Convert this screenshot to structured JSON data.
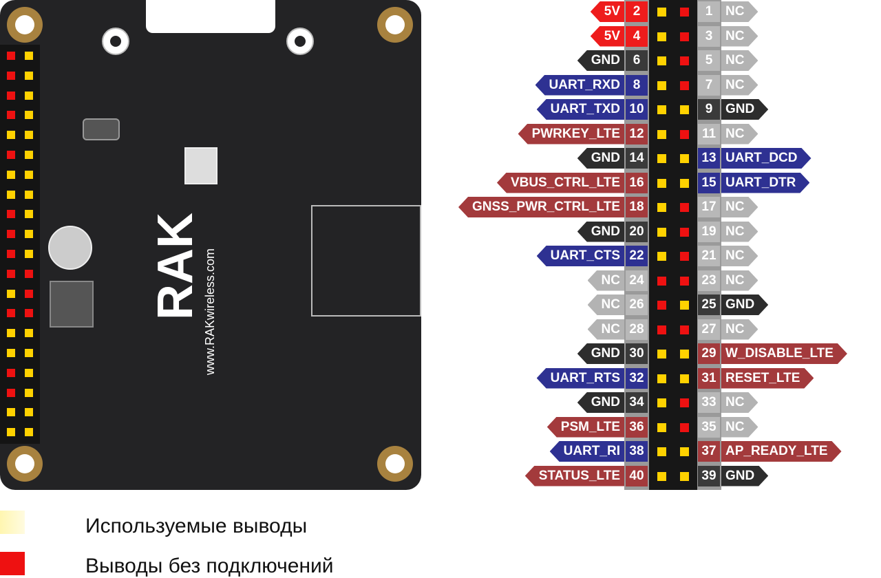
{
  "board": {
    "logo_text": "RAK",
    "url_text": "www.RAKwireless.com"
  },
  "colors": {
    "power": "#ee1c1c",
    "gnd": "#2d2d2d",
    "uart": "#2e3192",
    "lte": "#a33a3c",
    "nc": "#b3b3b3",
    "used": "#ffd200",
    "unused": "#ee1111"
  },
  "pins": [
    {
      "even": {
        "num": "2",
        "label": "5V",
        "type": "power",
        "used": true
      },
      "odd": {
        "num": "1",
        "label": "NC",
        "type": "nc",
        "used": false
      }
    },
    {
      "even": {
        "num": "4",
        "label": "5V",
        "type": "power",
        "used": true
      },
      "odd": {
        "num": "3",
        "label": "NC",
        "type": "nc",
        "used": false
      }
    },
    {
      "even": {
        "num": "6",
        "label": "GND",
        "type": "gnd",
        "used": true
      },
      "odd": {
        "num": "5",
        "label": "NC",
        "type": "nc",
        "used": false
      }
    },
    {
      "even": {
        "num": "8",
        "label": "UART_RXD",
        "type": "uart",
        "used": true
      },
      "odd": {
        "num": "7",
        "label": "NC",
        "type": "nc",
        "used": false
      }
    },
    {
      "even": {
        "num": "10",
        "label": "UART_TXD",
        "type": "uart",
        "used": true
      },
      "odd": {
        "num": "9",
        "label": "GND",
        "type": "gnd",
        "used": true
      }
    },
    {
      "even": {
        "num": "12",
        "label": "PWRKEY_LTE",
        "type": "lte",
        "used": true
      },
      "odd": {
        "num": "11",
        "label": "NC",
        "type": "nc",
        "used": false
      }
    },
    {
      "even": {
        "num": "14",
        "label": "GND",
        "type": "gnd",
        "used": true
      },
      "odd": {
        "num": "13",
        "label": "UART_DCD",
        "type": "uart",
        "used": true
      }
    },
    {
      "even": {
        "num": "16",
        "label": "VBUS_CTRL_LTE",
        "type": "lte",
        "used": true
      },
      "odd": {
        "num": "15",
        "label": "UART_DTR",
        "type": "uart",
        "used": true
      }
    },
    {
      "even": {
        "num": "18",
        "label": "GNSS_PWR_CTRL_LTE",
        "type": "lte",
        "used": true
      },
      "odd": {
        "num": "17",
        "label": "NC",
        "type": "nc",
        "used": false
      }
    },
    {
      "even": {
        "num": "20",
        "label": "GND",
        "type": "gnd",
        "used": true
      },
      "odd": {
        "num": "19",
        "label": "NC",
        "type": "nc",
        "used": false
      }
    },
    {
      "even": {
        "num": "22",
        "label": "UART_CTS",
        "type": "uart",
        "used": true
      },
      "odd": {
        "num": "21",
        "label": "NC",
        "type": "nc",
        "used": false
      }
    },
    {
      "even": {
        "num": "24",
        "label": "NC",
        "type": "nc",
        "used": false
      },
      "odd": {
        "num": "23",
        "label": "NC",
        "type": "nc",
        "used": false
      }
    },
    {
      "even": {
        "num": "26",
        "label": "NC",
        "type": "nc",
        "used": false
      },
      "odd": {
        "num": "25",
        "label": "GND",
        "type": "gnd",
        "used": true
      }
    },
    {
      "even": {
        "num": "28",
        "label": "NC",
        "type": "nc",
        "used": false
      },
      "odd": {
        "num": "27",
        "label": "NC",
        "type": "nc",
        "used": false
      }
    },
    {
      "even": {
        "num": "30",
        "label": "GND",
        "type": "gnd",
        "used": true
      },
      "odd": {
        "num": "29",
        "label": "W_DISABLE_LTE",
        "type": "lte",
        "used": true
      }
    },
    {
      "even": {
        "num": "32",
        "label": "UART_RTS",
        "type": "uart",
        "used": true
      },
      "odd": {
        "num": "31",
        "label": "RESET_LTE",
        "type": "lte",
        "used": true
      }
    },
    {
      "even": {
        "num": "34",
        "label": "GND",
        "type": "gnd",
        "used": true
      },
      "odd": {
        "num": "33",
        "label": "NC",
        "type": "nc",
        "used": false
      }
    },
    {
      "even": {
        "num": "36",
        "label": "PSM_LTE",
        "type": "lte",
        "used": true
      },
      "odd": {
        "num": "35",
        "label": "NC",
        "type": "nc",
        "used": false
      }
    },
    {
      "even": {
        "num": "38",
        "label": "UART_RI",
        "type": "uart",
        "used": true
      },
      "odd": {
        "num": "37",
        "label": "AP_READY_LTE",
        "type": "lte",
        "used": true
      }
    },
    {
      "even": {
        "num": "40",
        "label": "STATUS_LTE",
        "type": "lte",
        "used": true
      },
      "odd": {
        "num": "39",
        "label": "GND",
        "type": "gnd",
        "used": true
      }
    }
  ],
  "legend": {
    "used": "Используемые выводы",
    "unused": "Выводы без подключений"
  }
}
